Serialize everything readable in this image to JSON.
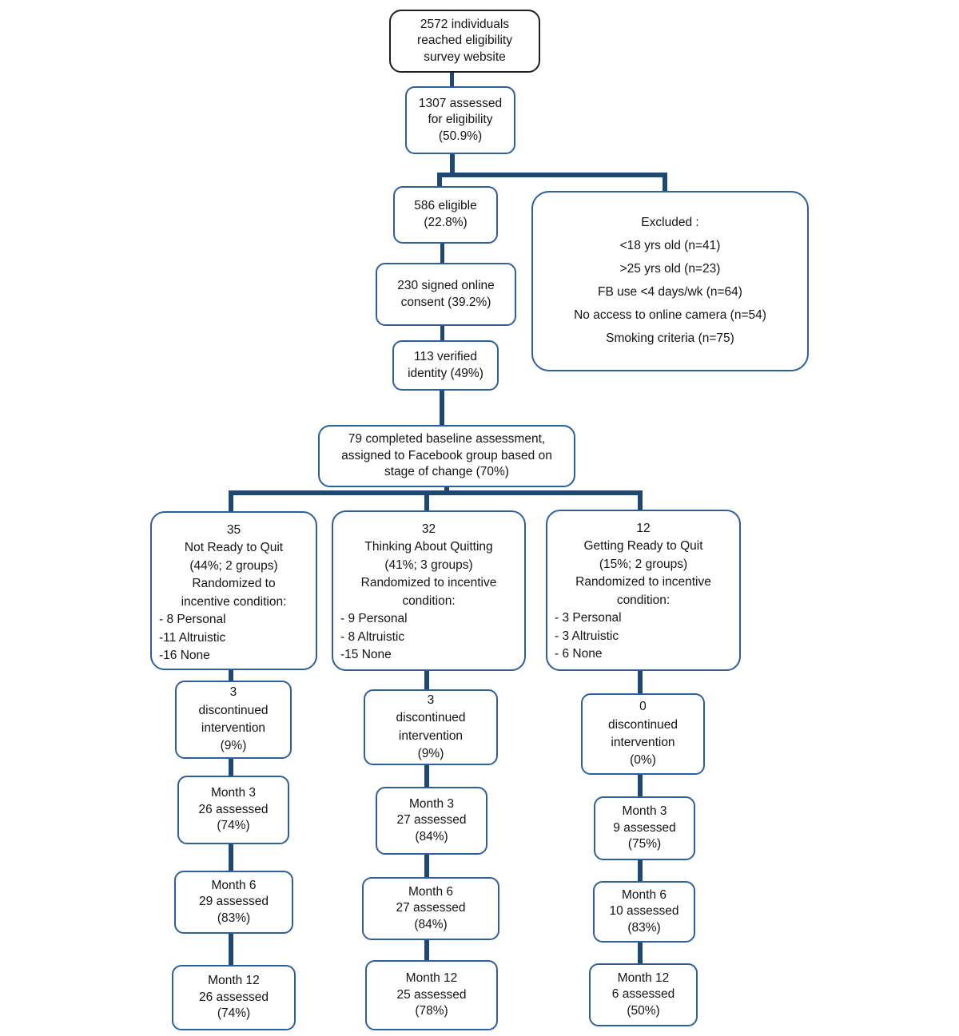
{
  "colors": {
    "connector": "#1f4870",
    "box-border": "#2e5f9b",
    "top-border": "#1f1f1f",
    "text": "#141414",
    "background": "#ffffff"
  },
  "nodes": {
    "reached": "2572 individuals\nreached eligibility\nsurvey website",
    "assessed": "1307 assessed\nfor eligibility\n(50.9%)",
    "eligible": "586 eligible\n(22.8%)",
    "consent": "230 signed online\nconsent (39.2%)",
    "verified": "113 verified\nidentity (49%)",
    "baseline": "79 completed baseline assessment,\nassigned to Facebook group based on\nstage of change (70%)"
  },
  "excluded": {
    "title": "Excluded :",
    "items": [
      "<18 yrs old (n=41)",
      ">25 yrs old (n=23)",
      "FB use <4 days/wk (n=64)",
      "No access to online camera (n=54)",
      "Smoking criteria (n=75)"
    ]
  },
  "arms": [
    {
      "name": "Not Ready to Quit",
      "header": "35\nNot Ready to Quit\n(44%; 2 groups)\nRandomized to\nincentive condition:",
      "list": [
        "- 8 Personal",
        "-11 Altruistic",
        "-16 None"
      ],
      "discontinued": "3\ndiscontinued\nintervention\n(9%)",
      "month3": "Month 3\n26 assessed\n(74%)",
      "month6": "Month 6\n29 assessed\n(83%)",
      "month12": "Month 12\n26 assessed\n(74%)"
    },
    {
      "name": "Thinking About Quitting",
      "header": "32\nThinking About Quitting\n(41%; 3 groups)\nRandomized to incentive\ncondition:",
      "list": [
        "- 9 Personal",
        "- 8 Altruistic",
        "-15 None"
      ],
      "discontinued": "3\ndiscontinued\nintervention\n(9%)",
      "month3": "Month 3\n27 assessed\n(84%)",
      "month6": "Month 6\n27 assessed\n(84%)",
      "month12": "Month 12\n25 assessed\n(78%)"
    },
    {
      "name": "Getting Ready to Quit",
      "header": "12\nGetting Ready to Quit\n(15%; 2 groups)\nRandomized to incentive\ncondition:",
      "list": [
        "- 3 Personal",
        "- 3 Altruistic",
        "- 6 None"
      ],
      "discontinued": "0\ndiscontinued\nintervention\n(0%)",
      "month3": "Month 3\n9 assessed\n(75%)",
      "month6": "Month 6\n10 assessed\n(83%)",
      "month12": "Month 12\n6 assessed\n(50%)"
    }
  ]
}
